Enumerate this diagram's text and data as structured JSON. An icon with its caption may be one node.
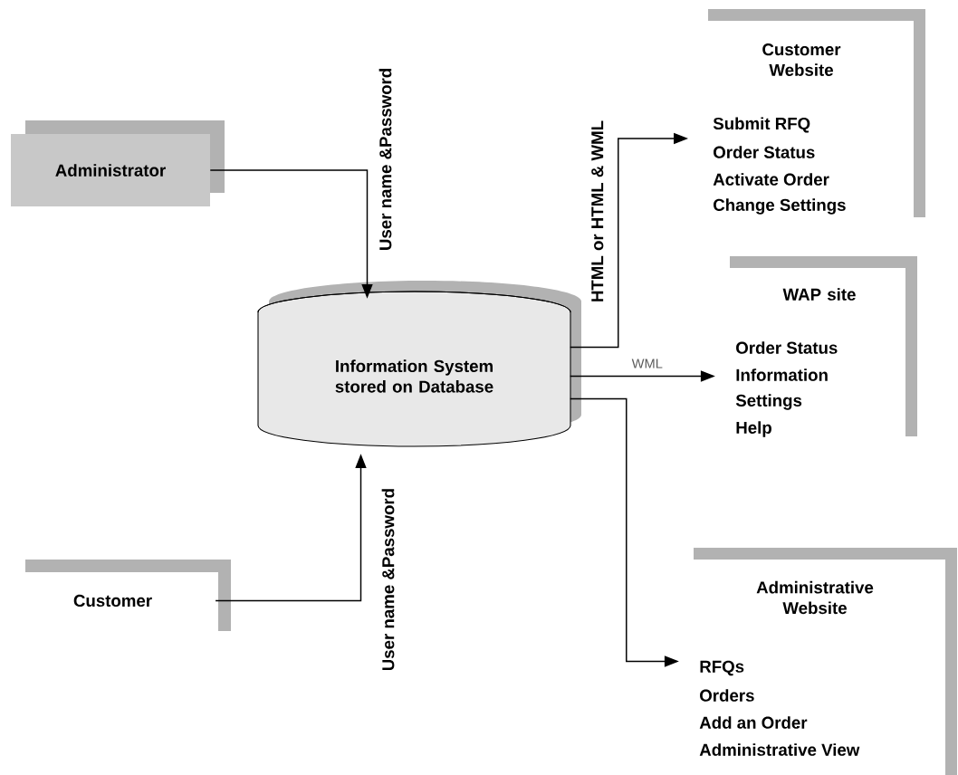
{
  "diagram": {
    "nodes": [
      {
        "text": [
          "Administrator"
        ]
      },
      {
        "text": [
          "Information System stored on Database"
        ]
      },
      {
        "text": [
          "Customer"
        ]
      },
      {
        "text": [
          "Customer Website",
          "Submit RFQ",
          "Order Status",
          "Activate Order",
          "Change Settings"
        ]
      },
      {
        "text": [
          "WAP site",
          "Order Status",
          "Information",
          "Settings",
          "Help"
        ]
      },
      {
        "text": [
          "Administrative Website",
          "RFQs",
          "Orders",
          "Add an Order",
          "Administrative View"
        ]
      }
    ],
    "edges": [
      {
        "from": 0,
        "to": 1,
        "arrow": "to",
        "label": "User name &Password"
      },
      {
        "from": 2,
        "to": 1,
        "arrow": "to",
        "label": "User name &Password"
      },
      {
        "from": 1,
        "to": 3,
        "arrow": "to",
        "label": "HTML or HTML & WML"
      },
      {
        "from": 1,
        "to": 4,
        "arrow": "to",
        "label": "WML"
      },
      {
        "from": 1,
        "to": 5,
        "arrow": "to"
      }
    ]
  }
}
